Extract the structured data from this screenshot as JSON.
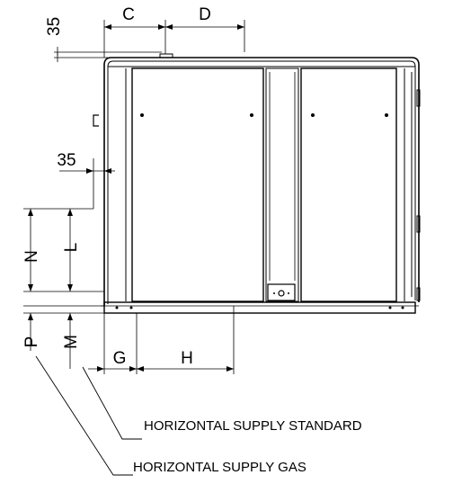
{
  "dimensions": {
    "top_offset": "35",
    "C": "C",
    "D": "D",
    "side_offset": "35",
    "N": "N",
    "L": "L",
    "P": "P",
    "M": "M",
    "G": "G",
    "H": "H"
  },
  "callouts": {
    "standard": "HORIZONTAL SUPPLY STANDARD",
    "gas": "HORIZONTAL SUPPLY GAS"
  }
}
